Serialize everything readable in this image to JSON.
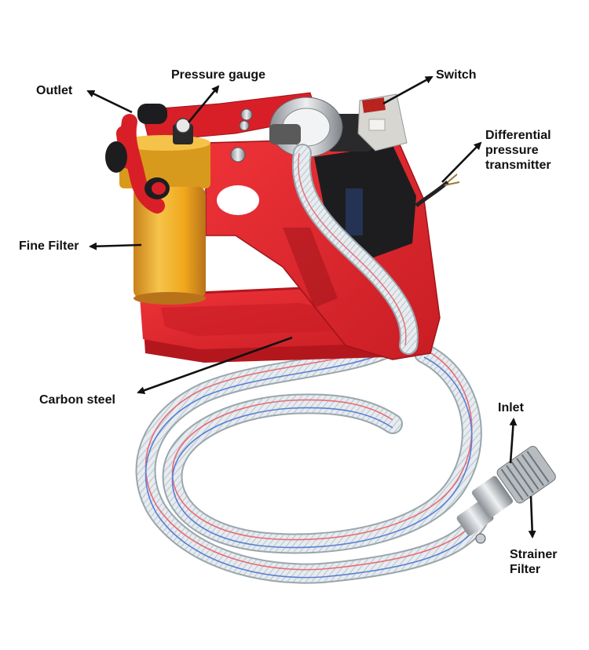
{
  "colors": {
    "frame": "#e3242b",
    "frame_dark": "#b3171d",
    "filter_body": "#f0a81c",
    "filter_shade": "#c9821a",
    "hose": "#dfe6ea",
    "hose_stripe_red": "#e76b7a",
    "hose_stripe_blue": "#5b7ed6",
    "metal": "#c8ccd0",
    "motor": "#1d1d1f",
    "arrow": "#111111"
  },
  "labels": {
    "outlet": "Outlet",
    "pressure_gauge": "Pressure gauge",
    "switch": "Switch",
    "differential_pressure_transmitter": [
      "Differential",
      "pressure",
      "transmitter"
    ],
    "fine_filter": "Fine Filter",
    "carbon_steel": "Carbon steel",
    "inlet": "Inlet",
    "strainer_filter": [
      "Strainer",
      "Filter"
    ]
  }
}
